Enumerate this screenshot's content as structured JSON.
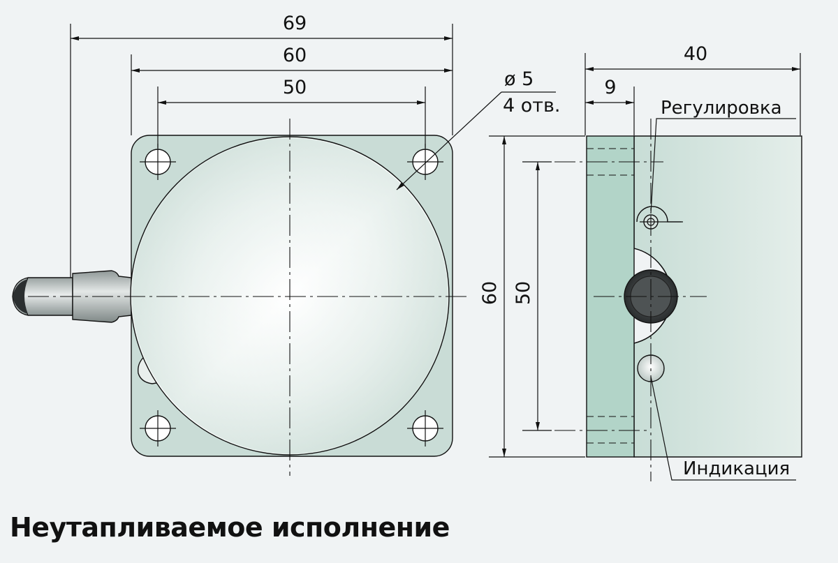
{
  "dimensions": {
    "front_overall_width": "69",
    "front_body_width": "60",
    "front_hole_spacing": "50",
    "hole_diameter": "ø 5",
    "hole_count": "4 отв.",
    "side_depth": "40",
    "side_flange": "9",
    "side_height": "60",
    "side_hole_spacing": "50"
  },
  "labels": {
    "adjustment": "Регулировка",
    "indication": "Индикация"
  },
  "caption": "Неутапливаемое исполнение",
  "colors": {
    "body_fill": "#c9dcd6",
    "face_light": "#fdfefe",
    "flange_fill": "#b2d4c8",
    "line": "#111111",
    "background": "#f0f3f4"
  }
}
